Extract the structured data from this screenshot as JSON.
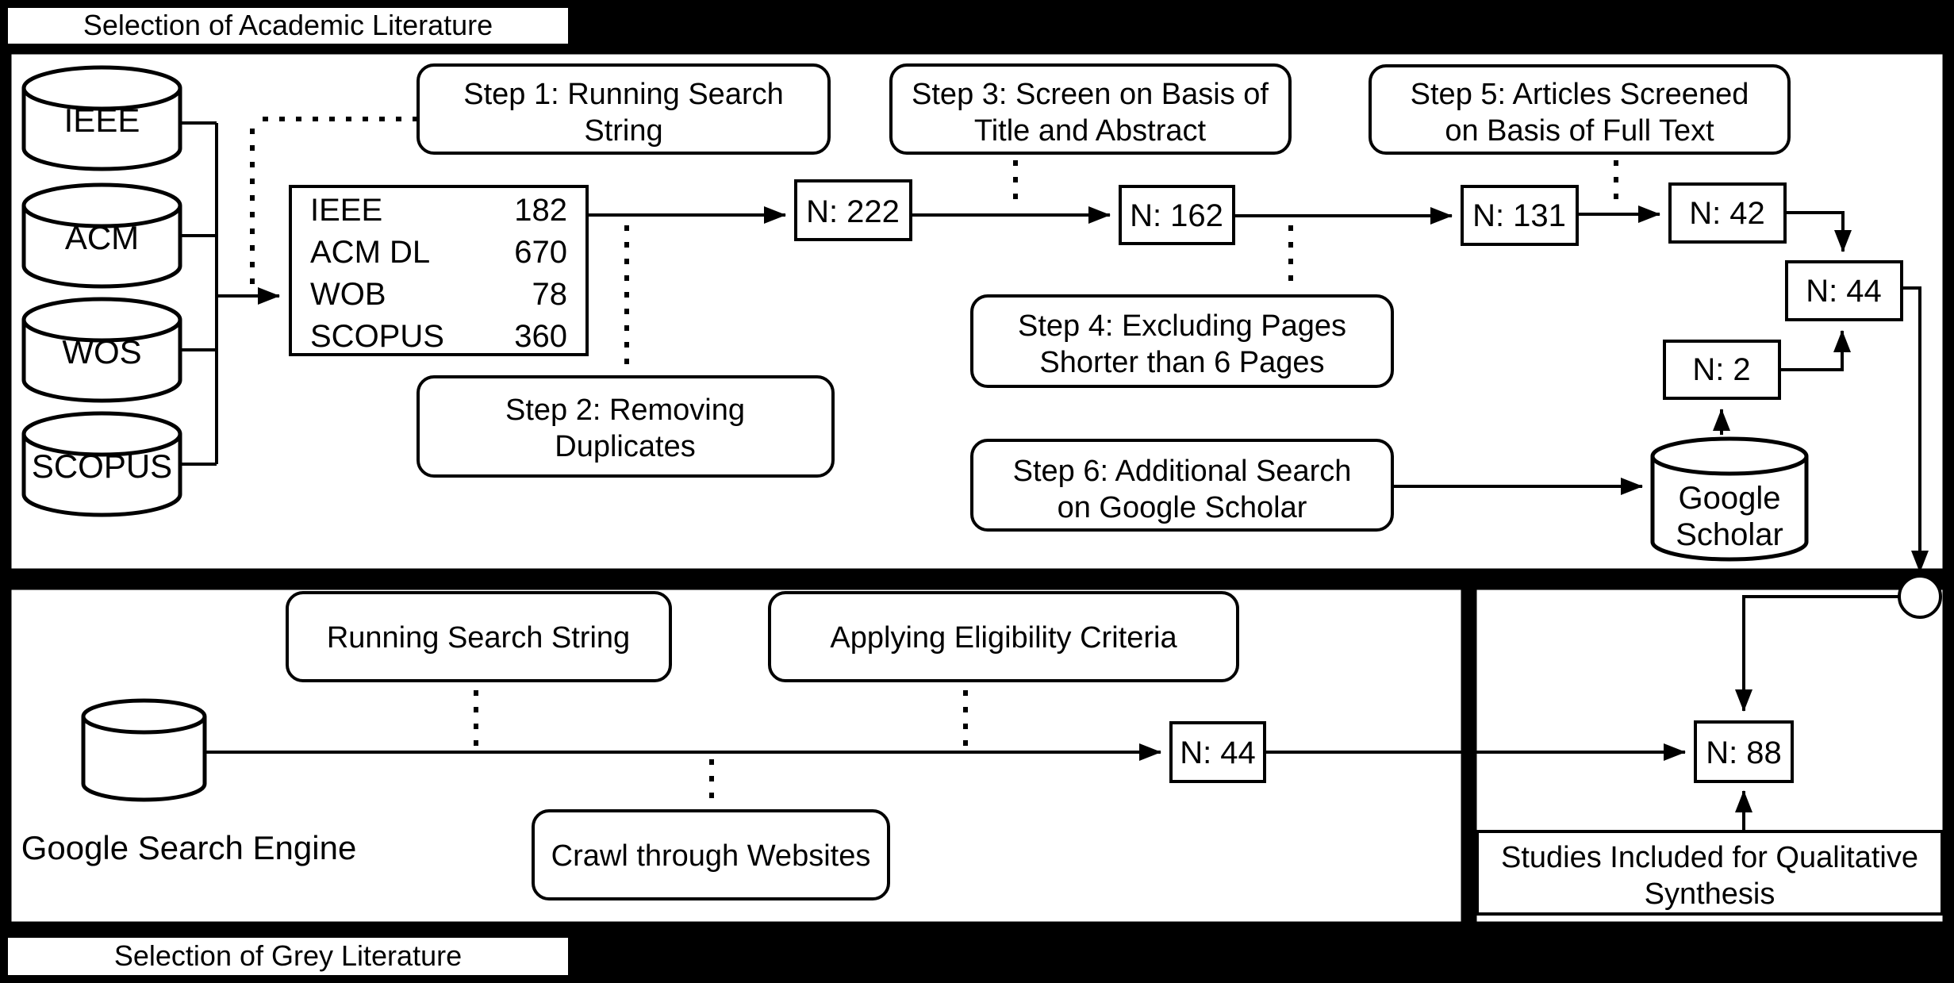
{
  "titles": {
    "academic": "Selection of Academic Literature",
    "grey": "Selection of Grey Literature"
  },
  "academic": {
    "databases": {
      "ieee": "IEEE",
      "acm": "ACM",
      "wos": "WOS",
      "scopus": "SCOPUS"
    },
    "results_table": {
      "rows": [
        {
          "name": "IEEE",
          "value": "182"
        },
        {
          "name": "ACM DL",
          "value": "670"
        },
        {
          "name": "WOB",
          "value": "78"
        },
        {
          "name": "SCOPUS",
          "value": "360"
        }
      ]
    },
    "steps": {
      "step1": {
        "line1": "Step 1: Running Search",
        "line2": "String"
      },
      "step2": {
        "line1": "Step 2: Removing",
        "line2": "Duplicates"
      },
      "step3": {
        "line1": "Step 3: Screen on Basis of",
        "line2": "Title and Abstract"
      },
      "step4": {
        "line1": "Step 4: Excluding Pages",
        "line2": "Shorter than 6 Pages"
      },
      "step5": {
        "line1": "Step 5: Articles Screened",
        "line2": "on Basis of Full Text"
      },
      "step6": {
        "line1": "Step 6: Additional Search",
        "line2": "on Google Scholar"
      }
    },
    "counts": {
      "n222": "N: 222",
      "n162": "N: 162",
      "n131": "N: 131",
      "n42": "N: 42",
      "n44": "N: 44",
      "n2": "N: 2"
    },
    "google_scholar": {
      "line1": "Google",
      "line2": "Scholar"
    }
  },
  "grey": {
    "source_label": "Google Search Engine",
    "steps": {
      "running": "Running Search String",
      "applying": "Applying Eligibility Criteria",
      "crawl": "Crawl through Websites"
    },
    "counts": {
      "n44": "N: 44"
    }
  },
  "synthesis": {
    "count": "N: 88",
    "label_line1": "Studies Included for Qualitative",
    "label_line2": "Synthesis"
  },
  "colors": {
    "background": "#000000",
    "panel_fill": "#ffffff",
    "stroke": "#000000"
  }
}
